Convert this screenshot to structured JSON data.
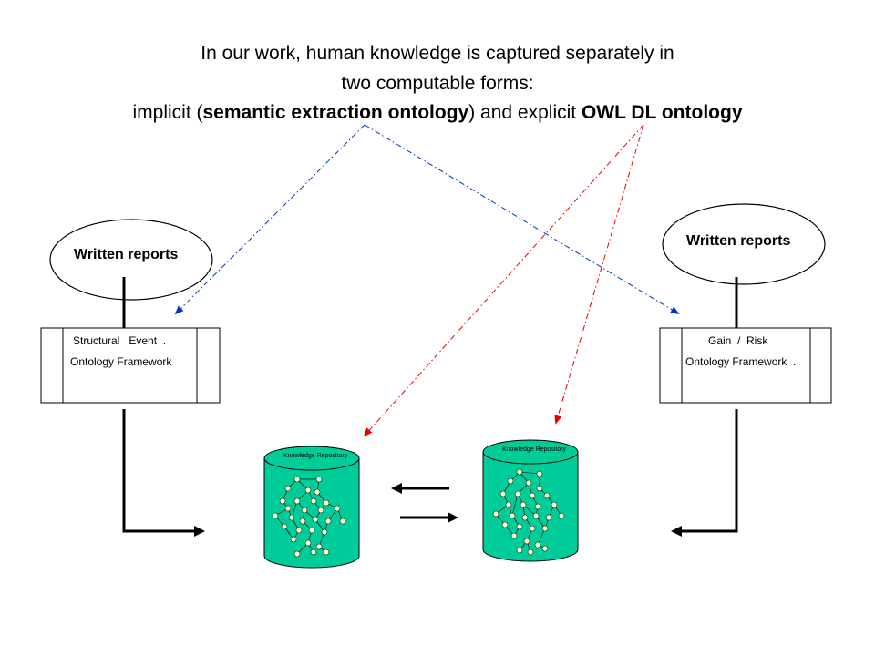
{
  "header": {
    "line1": "In our work, human knowledge is captured separately in",
    "line2": "two computable forms:",
    "line3_pre": "implicit (",
    "line3_bold1": "semantic extraction ontology",
    "line3_mid": ") and explicit ",
    "line3_bold2": "OWL DL ontology"
  },
  "left": {
    "reports_label": "Written reports",
    "framework_line1": "Structural   Event  .",
    "framework_line2": "Ontology Framework"
  },
  "right": {
    "reports_label": "Written reports",
    "framework_line1": "Gain  /  Risk",
    "framework_line2": "Ontology Framework  ."
  },
  "repositories": [
    {
      "label": "Knowledge Repository"
    },
    {
      "label": "Knowledge Repository"
    }
  ],
  "colors": {
    "cylinder": "#00cc99",
    "node": "#ffffcc",
    "blue_arrow": "#0033cc",
    "red_arrow": "#e60000"
  }
}
